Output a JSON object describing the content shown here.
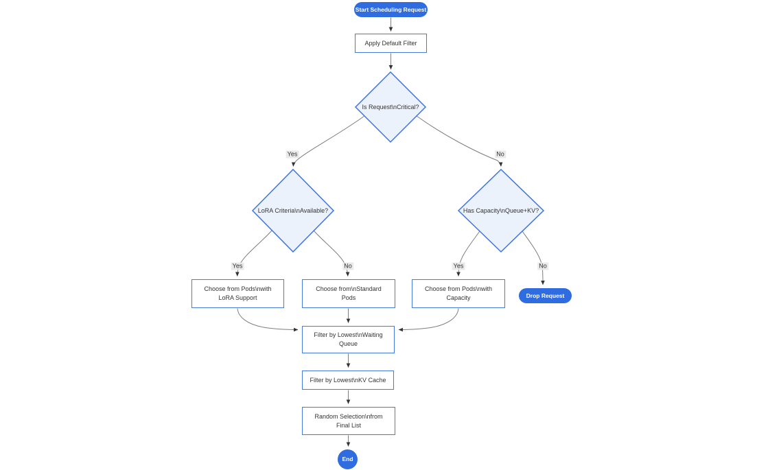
{
  "diagram": {
    "type": "flowchart",
    "direction": "top-down",
    "nodes": {
      "start": {
        "shape": "stadium",
        "lines": [
          "Start Scheduling Request"
        ]
      },
      "apply_filter": {
        "shape": "rect",
        "lines": [
          "Apply Default Filter"
        ]
      },
      "is_critical": {
        "shape": "decision",
        "lines": [
          "Is Request\\nCritical?"
        ]
      },
      "lora_criteria": {
        "shape": "decision",
        "lines": [
          "LoRA Criteria\\nAvailable?"
        ]
      },
      "has_capacity": {
        "shape": "decision",
        "lines": [
          "Has Capacity\\nQueue+KV?"
        ]
      },
      "choose_lora": {
        "shape": "rect",
        "lines": [
          "Choose from Pods\\nwith",
          "LoRA Support"
        ]
      },
      "choose_standard": {
        "shape": "rect",
        "lines": [
          "Choose from\\nStandard",
          "Pods"
        ]
      },
      "choose_capacity": {
        "shape": "rect",
        "lines": [
          "Choose from Pods\\nwith",
          "Capacity"
        ]
      },
      "drop_request": {
        "shape": "stadium",
        "lines": [
          "Drop Request"
        ]
      },
      "filter_queue": {
        "shape": "rect",
        "lines": [
          "Filter by Lowest\\nWaiting",
          "Queue"
        ]
      },
      "filter_kv": {
        "shape": "rect",
        "lines": [
          "Filter by Lowest\\nKV Cache"
        ]
      },
      "random_selection": {
        "shape": "rect",
        "lines": [
          "Random Selection\\nfrom",
          "Final List"
        ]
      },
      "end": {
        "shape": "stadium",
        "lines": [
          "End"
        ]
      }
    },
    "edges": [
      {
        "from": "start",
        "to": "apply_filter",
        "label": ""
      },
      {
        "from": "apply_filter",
        "to": "is_critical",
        "label": ""
      },
      {
        "from": "is_critical",
        "to": "lora_criteria",
        "label": "Yes"
      },
      {
        "from": "is_critical",
        "to": "has_capacity",
        "label": "No"
      },
      {
        "from": "lora_criteria",
        "to": "choose_lora",
        "label": "Yes"
      },
      {
        "from": "lora_criteria",
        "to": "choose_standard",
        "label": "No"
      },
      {
        "from": "has_capacity",
        "to": "choose_capacity",
        "label": "Yes"
      },
      {
        "from": "has_capacity",
        "to": "drop_request",
        "label": "No"
      },
      {
        "from": "choose_lora",
        "to": "filter_queue",
        "label": ""
      },
      {
        "from": "choose_standard",
        "to": "filter_queue",
        "label": ""
      },
      {
        "from": "choose_capacity",
        "to": "filter_queue",
        "label": ""
      },
      {
        "from": "filter_queue",
        "to": "filter_kv",
        "label": ""
      },
      {
        "from": "filter_kv",
        "to": "random_selection",
        "label": ""
      },
      {
        "from": "random_selection",
        "to": "end",
        "label": ""
      }
    ],
    "colors": {
      "accent_node_fill": "#2e6ce0",
      "accent_node_text": "#ffffff",
      "decision_fill": "#ecf2fb",
      "decision_border": "#3d73e6",
      "rect_fill": "#ffffff",
      "rect_border": "#4579e2",
      "node_text": "#333333",
      "edge_line": "#7d7d7d",
      "arrowhead": "#333333",
      "edge_label_bg": "#e8e8e8",
      "background": "#ffffff"
    }
  }
}
